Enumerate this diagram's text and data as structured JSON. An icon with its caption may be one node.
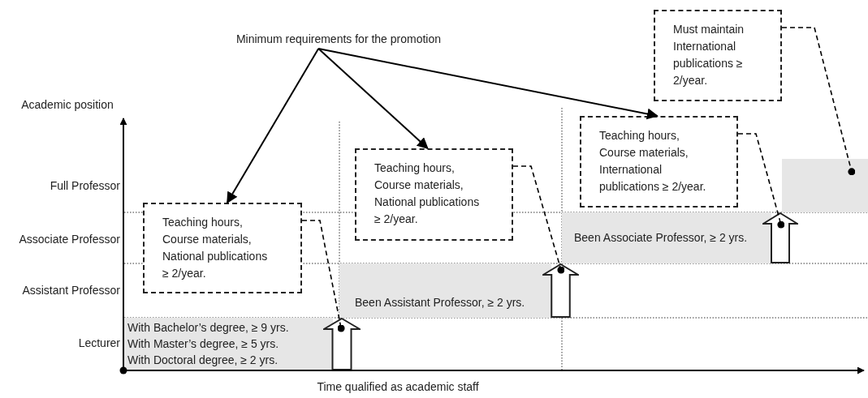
{
  "diagram": {
    "nodes": [
      {
        "text": [
          "Minimum requirements for the promotion"
        ]
      },
      {
        "text": [
          "Teaching hours, Course materials, National publications ≥ 2/year."
        ]
      },
      {
        "text": [
          "Teaching hours, Course materials, National publications ≥ 2/year."
        ]
      },
      {
        "text": [
          "Teaching hours, Course materials, International publications ≥ 2/year."
        ]
      },
      {
        "text": [
          "Must maintain International publications ≥ 2/year."
        ]
      },
      {
        "text": [
          "With Bachelor’s degree, ≥ 9 yrs.",
          "With Master’s degree, ≥ 5 yrs.",
          "With Doctoral degree, ≥ 2 yrs."
        ]
      },
      {
        "text": [
          "Been Assistant Professor, ≥ 2 yrs."
        ]
      },
      {
        "text": [
          "Been Associate Professor, ≥ 2 yrs."
        ]
      },
      {
        "text": [],
        "shape": "box"
      },
      {
        "text": [],
        "shape": "arrow"
      },
      {
        "text": [],
        "shape": "arrow"
      },
      {
        "text": [],
        "shape": "arrow"
      }
    ],
    "edges": [
      {
        "from": 0,
        "to": 1,
        "arrow": "to"
      },
      {
        "from": 0,
        "to": 2,
        "arrow": "to"
      },
      {
        "from": 0,
        "to": 3,
        "arrow": "to"
      },
      {
        "from": 1,
        "to": 9,
        "arrow": "other",
        "style": "dashed"
      },
      {
        "from": 2,
        "to": 10,
        "arrow": "other",
        "style": "dashed"
      },
      {
        "from": 3,
        "to": 11,
        "arrow": "other",
        "style": "dashed"
      },
      {
        "from": 4,
        "to": 8,
        "arrow": "other",
        "style": "dashed"
      }
    ],
    "labels": [
      "Academic position",
      "Full Professor",
      "Associate Professor",
      "Assistant Professor",
      "Lecturer",
      "Time qualified as academic staff"
    ]
  }
}
